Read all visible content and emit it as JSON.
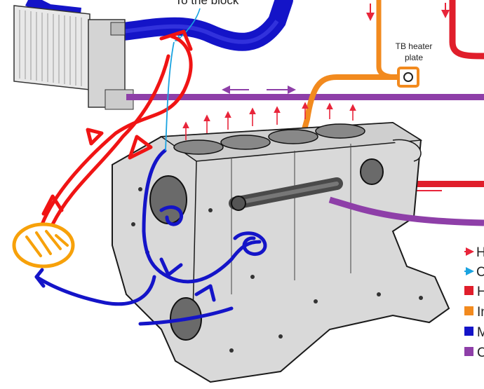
{
  "labels": {
    "to_block": "To the block",
    "tb_heater_line1": "TB heater",
    "tb_heater_line2": "plate"
  },
  "legend": [
    {
      "kind": "arrow",
      "color": "#e8253a",
      "text": "H"
    },
    {
      "kind": "arrow",
      "color": "#1aa3e0",
      "text": "C"
    },
    {
      "kind": "square",
      "color": "#e01e2b",
      "text": "H"
    },
    {
      "kind": "square",
      "color": "#f28a1e",
      "text": "In"
    },
    {
      "kind": "square",
      "color": "#1414c8",
      "text": "M"
    },
    {
      "kind": "square",
      "color": "#8e3fa8",
      "text": "C"
    }
  ],
  "colors": {
    "hot_hose": "#e01e2b",
    "main_hose": "#1414c8",
    "intake_hose": "#f28a1e",
    "coolant_pipe": "#8e3fa8",
    "small_hot_arrow": "#e8253a",
    "small_cold_arrow": "#1aa3e0",
    "block_fill": "#d9d9d9",
    "block_outline": "#1a1a1a"
  }
}
